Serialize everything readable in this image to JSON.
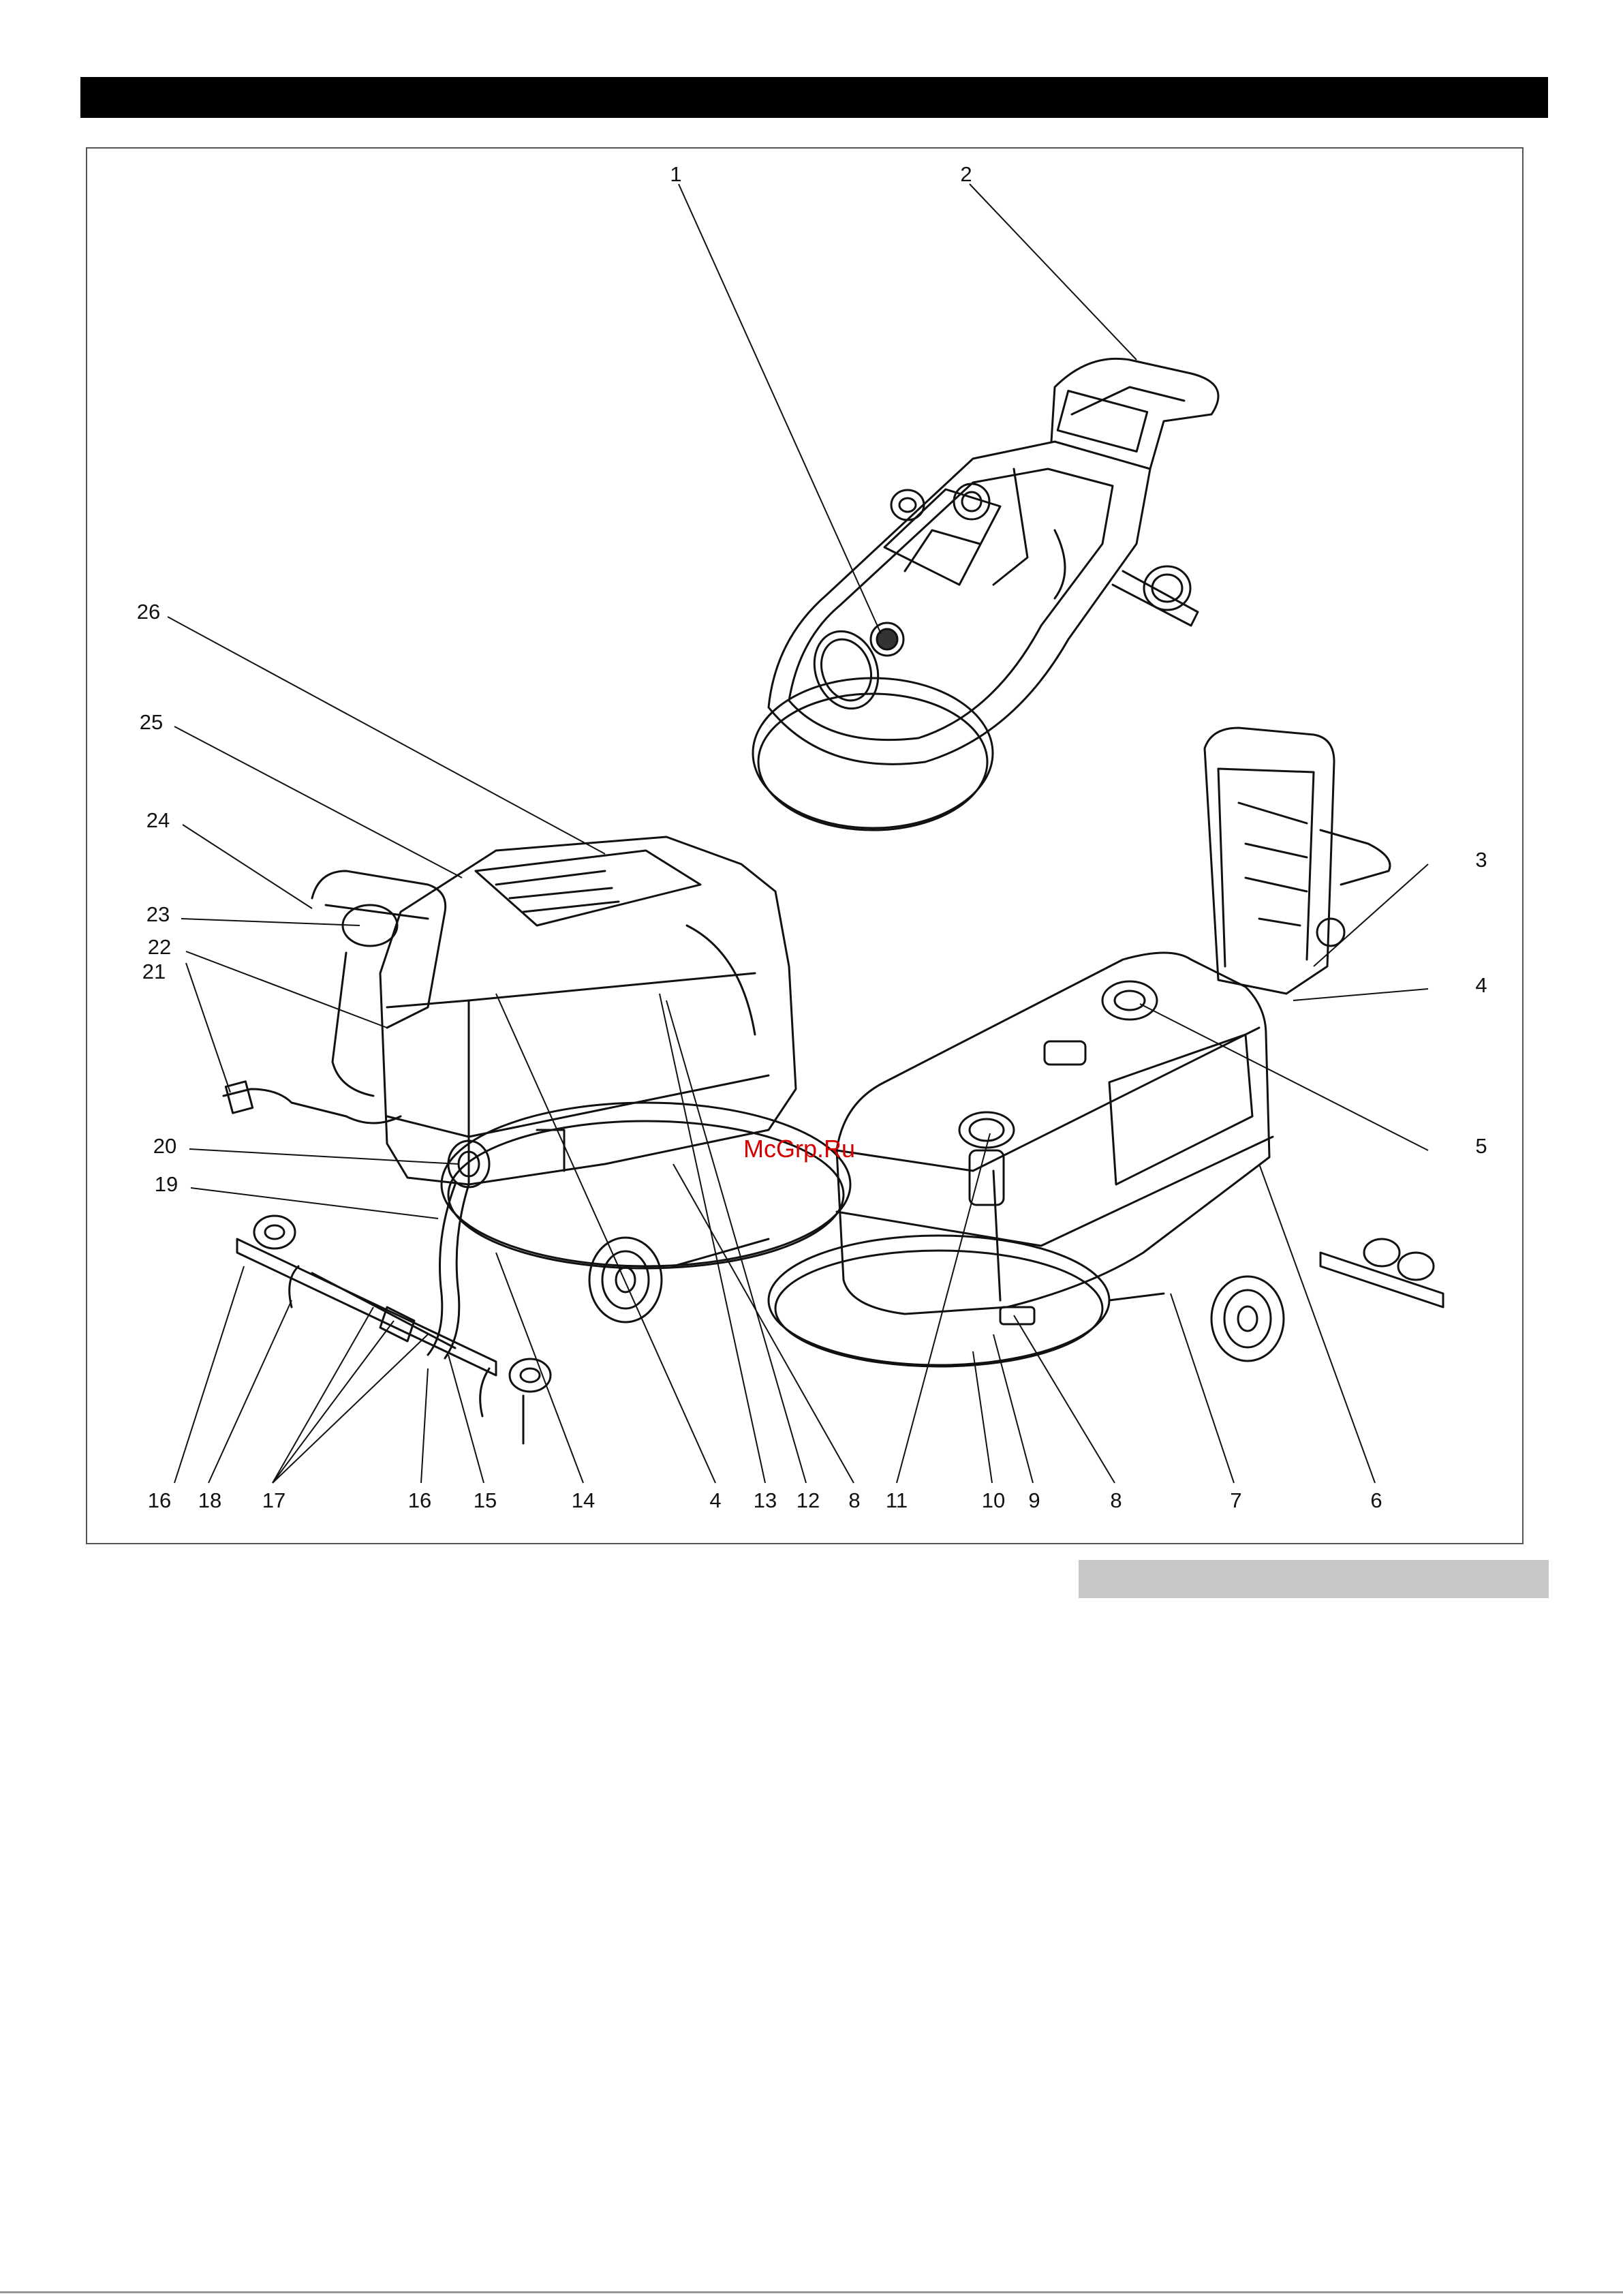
{
  "figure": {
    "watermark": "McGrp.Ru",
    "callouts": [
      {
        "id": "c1",
        "label": "1"
      },
      {
        "id": "c2",
        "label": "2"
      },
      {
        "id": "c3",
        "label": "3"
      },
      {
        "id": "c4r",
        "label": "4"
      },
      {
        "id": "c5",
        "label": "5"
      },
      {
        "id": "c26",
        "label": "26"
      },
      {
        "id": "c25",
        "label": "25"
      },
      {
        "id": "c24",
        "label": "24"
      },
      {
        "id": "c23",
        "label": "23"
      },
      {
        "id": "c22",
        "label": "22"
      },
      {
        "id": "c21",
        "label": "21"
      },
      {
        "id": "c20",
        "label": "20"
      },
      {
        "id": "c19",
        "label": "19"
      },
      {
        "id": "c16a",
        "label": "16"
      },
      {
        "id": "c18",
        "label": "18"
      },
      {
        "id": "c17",
        "label": "17"
      },
      {
        "id": "c16b",
        "label": "16"
      },
      {
        "id": "c15",
        "label": "15"
      },
      {
        "id": "c14",
        "label": "14"
      },
      {
        "id": "c4b",
        "label": "4"
      },
      {
        "id": "c13",
        "label": "13"
      },
      {
        "id": "c12",
        "label": "12"
      },
      {
        "id": "c8a",
        "label": "8"
      },
      {
        "id": "c11",
        "label": "11"
      },
      {
        "id": "c10",
        "label": "10"
      },
      {
        "id": "c9",
        "label": "9"
      },
      {
        "id": "c8b",
        "label": "8"
      },
      {
        "id": "c7",
        "label": "7"
      },
      {
        "id": "c6",
        "label": "6"
      }
    ]
  }
}
